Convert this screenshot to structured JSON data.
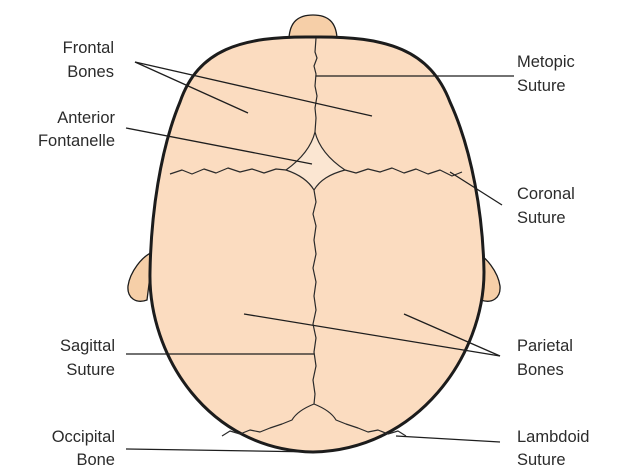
{
  "labels": {
    "frontal_bones": [
      "Frontal",
      "Bones"
    ],
    "anterior_fontanelle": [
      "Anterior",
      "Fontanelle"
    ],
    "sagittal_suture": [
      "Sagittal",
      "Suture"
    ],
    "occipital_bone": [
      "Occipital",
      "Bone"
    ],
    "metopic_suture": [
      "Metopic",
      "Suture"
    ],
    "coronal_suture": [
      "Coronal",
      "Suture"
    ],
    "parietal_bones": [
      "Parietal",
      "Bones"
    ],
    "lambdoid_suture": [
      "Lambdoid",
      "Suture"
    ]
  },
  "colors": {
    "skull_fill": "#fbdcc0",
    "ear_fill": "#f6cfa8",
    "outline": "#1c1c1c",
    "label_text": "#2b2b2b"
  }
}
